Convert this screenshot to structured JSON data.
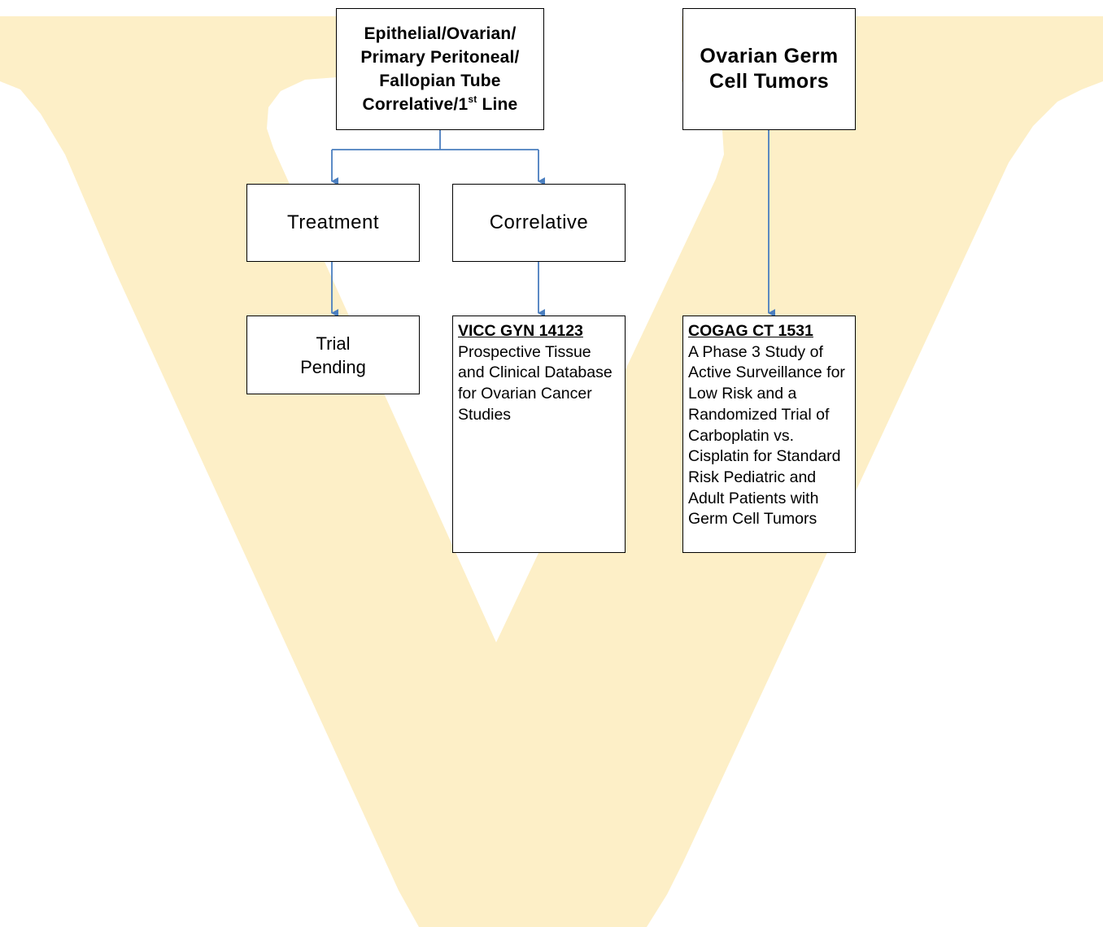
{
  "colors": {
    "watermark": "#fdefc7",
    "connector": "#4a7ebf",
    "border": "#000000"
  },
  "diagram": {
    "epithelial": {
      "line1": "Epithelial/Ovarian/",
      "line2": "Primary Peritoneal/",
      "line3": "Fallopian Tube",
      "line4_prefix": "Correlative/1",
      "line4_sup": "st",
      "line4_suffix": " Line"
    },
    "germ_cell": {
      "line1": "Ovarian Germ",
      "line2": "Cell Tumors"
    },
    "treatment": {
      "label": "Treatment"
    },
    "correlative": {
      "label": "Correlative"
    },
    "trial_pending": {
      "line1": "Trial",
      "line2": "Pending"
    },
    "vicc": {
      "title": "VICC GYN 14123",
      "description": "Prospective Tissue and Clinical Database for Ovarian Cancer Studies"
    },
    "cogag": {
      "title": "COGAG CT 1531",
      "description": "A Phase 3 Study of Active Surveillance for Low Risk and a Randomized Trial of Carboplatin vs. Cisplatin for Standard Risk Pediatric and Adult Patients with Germ Cell Tumors"
    }
  }
}
